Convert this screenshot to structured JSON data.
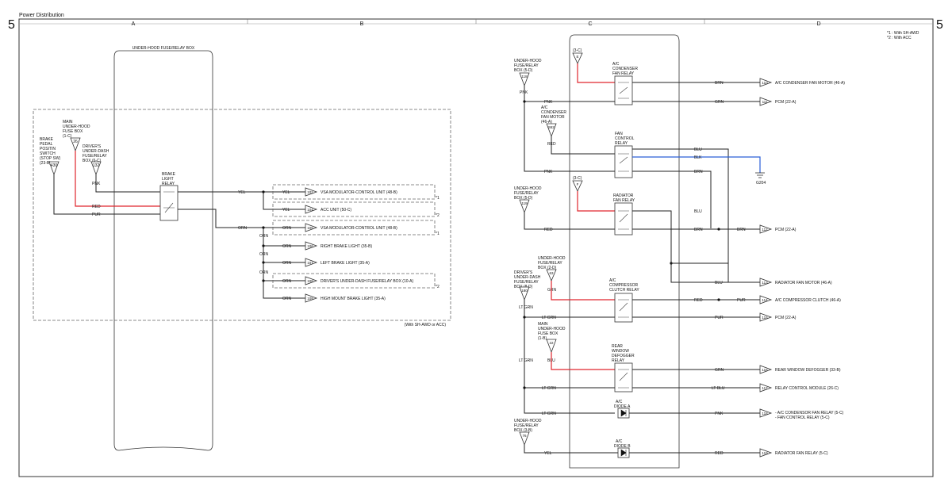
{
  "page_title": "Power Distribution",
  "page_number": "5",
  "columns": [
    "A",
    "B",
    "C",
    "D"
  ],
  "notes": [
    "*1 : With SH-AWD",
    "*2 : With ACC"
  ],
  "fusebox_title": "UNDER-HOOD FUSE/RELAY BOX",
  "left_sources": {
    "brake_switch": [
      "BRAKE",
      "PEDAL",
      "POSITIN",
      "SWITCH",
      "(STOP SW)",
      "(23-B)"
    ],
    "brake_switch_pin": "430",
    "main_fusebox": [
      "MAIN",
      "UNDER-HOOD",
      "FUSE BOX",
      "(1-C)"
    ],
    "main_fusebox_pin": "26",
    "under_dash": [
      "DRIVER'S",
      "UNDER-DASH",
      "FUSE/RELAY",
      "BOX (6-C)"
    ],
    "under_dash_pin": "132",
    "pnk": "PNK",
    "red": "RED",
    "pur": "PUR",
    "relay_label": [
      "BRAKE",
      "LIGHT",
      "RELAY"
    ],
    "yel": "YEL",
    "orn": "ORN"
  },
  "brake_outputs": [
    {
      "wire": "YEL",
      "pin": "102",
      "label": "VSA MODULATOR-CONTROL UNIT (48-B)",
      "note": "*1"
    },
    {
      "wire": "YEL",
      "pin": "104",
      "label": "ACC UNIT (50-C)",
      "note": "*2"
    },
    {
      "wire": "ORN",
      "pin": "105",
      "label": "VSA MODULATOR-CONTROL UNIT (48-B)",
      "note": "*1"
    },
    {
      "wire": "ORN",
      "pin": "106",
      "label": "RIGHT BRAKE LIGHT (35-B)",
      "note": ""
    },
    {
      "wire": "ORN",
      "pin": "107",
      "label": "LEFT BRAKE LIGHT (35-A)",
      "note": ""
    },
    {
      "wire": "ORN",
      "pin": "108",
      "label": "DRIVER'S UNDER-DASH FUSE/RELAY BOX (10-A)",
      "note": "*2"
    },
    {
      "wire": "ORN",
      "pin": "109",
      "label": "HIGH MOUNT BRAKE LIGHT (35-A)",
      "note": ""
    }
  ],
  "brake_wire_tags": [
    "ORN",
    "ORN",
    "ORN"
  ],
  "dashed_box_note": "(With SH-AWD or ACC)",
  "right_sources": {
    "fb_5d_a": [
      "UNDER-HOOD",
      "FUSE/RELAY",
      "BOX (5-D)"
    ],
    "fb_5d_a_pin": "118",
    "fb_3c_a": "(3-C)",
    "fb_3c_a_pin": "E",
    "acfan_motor": [
      "A/C",
      "CONDENSER",
      "FAN MOTOR",
      "(46-A)"
    ],
    "acfan_motor_pin": "552",
    "fb_5d_b": [
      "UNDER-HOOD",
      "FUSE/RELAY",
      "BOX (5-D)"
    ],
    "fb_5d_b_pin": "119",
    "fb_3c_b": "(3-C)",
    "fb_3c_b_pin": "F",
    "fb_2d": [
      "UNDER-HOOD",
      "FUSE/RELAY",
      "BOX (2-D)"
    ],
    "fb_2d_pin": "63",
    "ud_8d": [
      "DRIVER'S",
      "UNDER-DASH",
      "FUSE/RELAY",
      "BOX (8-D)"
    ],
    "ud_8d_pin": "180",
    "main_1b": [
      "MAIN",
      "UNDER-HOOD",
      "FUSE BOX",
      "(1-B)"
    ],
    "main_1b_pin": "22",
    "fb_3b": [
      "UNDER-HOOD",
      "FUSE/RELAY",
      "BOX (3-B)"
    ],
    "fb_3b_pin": "76"
  },
  "relays": {
    "ac_condenser": [
      "A/C",
      "CONDENSER",
      "FAN RELAY"
    ],
    "fan_control": [
      "FAN",
      "CONTROL",
      "RELAY"
    ],
    "radiator_fan": [
      "RADIATOR",
      "FAN RELAY"
    ],
    "ac_compressor": [
      "A/C",
      "COMPRESSOR",
      "CLUTCH RELAY"
    ],
    "rear_defogger": [
      "REAR",
      "WINDOW",
      "DEFOGGER",
      "RELAY"
    ],
    "diode_a": [
      "A/C",
      "DIODE A"
    ],
    "diode_b": [
      "A/C",
      "DIODE B"
    ]
  },
  "wire_tags": {
    "pnk1": "PNK",
    "pnk2": "PNK",
    "red1": "RED",
    "pnk3": "PNK",
    "red2": "RED",
    "grn": "GRN",
    "ltgrn1": "LT GRN",
    "ltgrn2": "LT GRN",
    "ltgrn3": "LT GRN",
    "ltgrn4": "LT GRN",
    "ltgrn5": "LT GRN",
    "blu": "BLU",
    "yel": "YEL",
    "blu_mid": "BLU",
    "blk": "BLK",
    "brn_mid": "BRN",
    "blu2": "BLU",
    "brn2": "BRN",
    "red_c": "RED"
  },
  "ground": "G204",
  "right_outputs": [
    {
      "wire": "BRN",
      "pin": "110",
      "label": "A/C CONDENSER FAN MOTOR (46-A)"
    },
    {
      "wire": "GRN",
      "pin": "111",
      "label": "PCM (22-A)"
    },
    {
      "wire": "BRN",
      "pin": "112",
      "label": "PCM (22-A)"
    },
    {
      "wire": "BLU",
      "pin": "113",
      "label": "RADIATOR FAN MOTOR (46-A)"
    },
    {
      "wire": "PUR",
      "pin": "114",
      "label": "A/C COMPRESSOR CLUTCH (46-A)"
    },
    {
      "wire": "PUR",
      "pin": "115",
      "label": "PCM (22-A)"
    },
    {
      "wire": "GRN",
      "pin": "116",
      "label": "REAR WINDOW DEFOGGER (33-B)"
    },
    {
      "wire": "LT BLU",
      "pin": "117",
      "label": "RELAY CONTROL MODULE (26-C)"
    },
    {
      "wire": "PNK",
      "pin": "118",
      "label": "- A/C CONDENSOR FAN RELAY (5-C)",
      "label2": "- FAN CONTROL RELAY (5-C)"
    },
    {
      "wire": "RED",
      "pin": "119",
      "label": "RADIATOR FAN RELAY (5-C)"
    }
  ]
}
